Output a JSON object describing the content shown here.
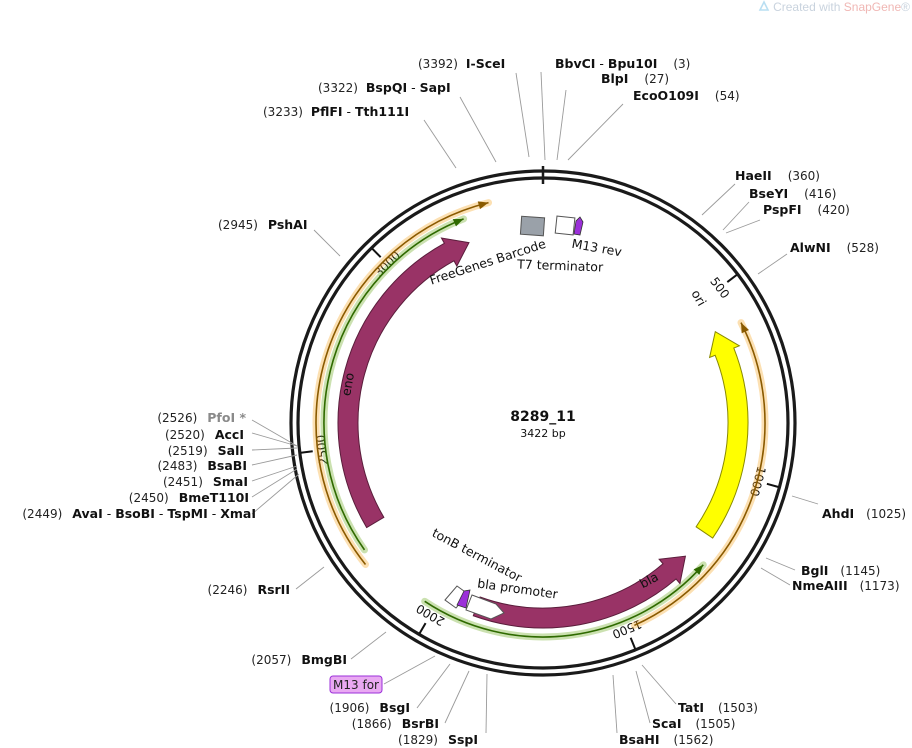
{
  "watermark": {
    "prefix": "Created with ",
    "brand": "SnapGene",
    "suffix": "®"
  },
  "plasmid": {
    "name": "8289_11",
    "length_label": "3422 bp",
    "length": 3422
  },
  "ticks": [
    {
      "pos": 500,
      "label": "500"
    },
    {
      "pos": 1000,
      "label": "1000"
    },
    {
      "pos": 1500,
      "label": "1500"
    },
    {
      "pos": 2000,
      "label": "2000"
    },
    {
      "pos": 2500,
      "label": "2500"
    },
    {
      "pos": 3000,
      "label": "3000"
    }
  ],
  "features": [
    {
      "name": "ori",
      "label": "ori",
      "start": 590,
      "end": 1180,
      "direction": "reverse",
      "color": "#ffff00",
      "label_color": "#a68a00"
    },
    {
      "name": "bla",
      "label": "bla",
      "start": 1265,
      "end": 1900,
      "direction": "reverse",
      "color": "#993366",
      "label_color": "#ffffff"
    },
    {
      "name": "eno",
      "label": "eno",
      "start": 2275,
      "end": 3210,
      "direction": "forward",
      "color": "#993366",
      "label_color": "#ffffff"
    },
    {
      "name": "freegenes-barcode",
      "label": "FreeGenes Barcode",
      "color": "#9aa1a9"
    },
    {
      "name": "t7-terminator",
      "label": "T7 terminator",
      "color": "#ffffff"
    },
    {
      "name": "m13-rev",
      "label": "M13 rev",
      "color": "#9b30d9"
    },
    {
      "name": "tonb-terminator",
      "label": "tonB terminator",
      "color": "#ffffff"
    },
    {
      "name": "bla-promoter",
      "label": "bla promoter",
      "color": "#ffffff"
    },
    {
      "name": "m13-for-primer",
      "label": "M13 for",
      "color": "#9b30d9"
    }
  ],
  "primer_box": {
    "label": "M13 for",
    "fill": "#e9a9f2",
    "stroke": "#9b30d9"
  },
  "orf_arcs": [
    {
      "start": 600,
      "end": 1480,
      "direction": "reverse",
      "color": "#f5a623"
    },
    {
      "start": 1250,
      "end": 2030,
      "direction": "reverse",
      "color": "#6aaa1e"
    },
    {
      "start": 2200,
      "end": 3290,
      "direction": "forward",
      "color": "#f5a623"
    },
    {
      "start": 2230,
      "end": 3220,
      "direction": "forward",
      "color": "#6aaa1e"
    }
  ],
  "sites": {
    "top": [
      {
        "pos": "(3392)",
        "names": [
          "I-SceI"
        ]
      },
      {
        "pos": "(3322)",
        "names": [
          "BspQI",
          "SapI"
        ]
      },
      {
        "pos": "(3233)",
        "names": [
          "PflFI",
          "Tth111I"
        ]
      }
    ],
    "topright": [
      {
        "names": [
          "BbvCI",
          "Bpu10I"
        ],
        "pos": "(3)"
      },
      {
        "names": [
          "BlpI"
        ],
        "pos": "(27)"
      },
      {
        "names": [
          "EcoO109I"
        ],
        "pos": "(54)"
      }
    ],
    "right": [
      {
        "names": [
          "HaeII"
        ],
        "pos": "(360)"
      },
      {
        "names": [
          "BseYI"
        ],
        "pos": "(416)"
      },
      {
        "names": [
          "PspFI"
        ],
        "pos": "(420)"
      },
      {
        "names": [
          "AlwNI"
        ],
        "pos": "(528)"
      },
      {
        "names": [
          "AhdI"
        ],
        "pos": "(1025)"
      },
      {
        "names": [
          "BglI"
        ],
        "pos": "(1145)"
      },
      {
        "names": [
          "NmeAIII"
        ],
        "pos": "(1173)"
      }
    ],
    "bottomright": [
      {
        "names": [
          "TatI"
        ],
        "pos": "(1503)"
      },
      {
        "names": [
          "ScaI"
        ],
        "pos": "(1505)"
      },
      {
        "names": [
          "BsaHI"
        ],
        "pos": "(1562)"
      }
    ],
    "left": [
      {
        "pos": "(2945)",
        "names": [
          "PshAI"
        ]
      },
      {
        "pos": "(2526)",
        "names": [
          "PfoI *"
        ],
        "muted": true
      },
      {
        "pos": "(2520)",
        "names": [
          "AccI"
        ]
      },
      {
        "pos": "(2519)",
        "names": [
          "SalI"
        ]
      },
      {
        "pos": "(2483)",
        "names": [
          "BsaBI"
        ]
      },
      {
        "pos": "(2451)",
        "names": [
          "SmaI"
        ]
      },
      {
        "pos": "(2450)",
        "names": [
          "BmeT110I"
        ]
      },
      {
        "pos": "(2449)",
        "names": [
          "AvaI",
          "BsoBI",
          "TspMI",
          "XmaI"
        ]
      },
      {
        "pos": "(2246)",
        "names": [
          "RsrII"
        ]
      },
      {
        "pos": "(2057)",
        "names": [
          "BmgBI"
        ]
      }
    ],
    "bottom": [
      {
        "pos": "(1906)",
        "names": [
          "BsgI"
        ]
      },
      {
        "pos": "(1866)",
        "names": [
          "BsrBI"
        ]
      },
      {
        "pos": "(1829)",
        "names": [
          "SspI"
        ]
      }
    ]
  }
}
